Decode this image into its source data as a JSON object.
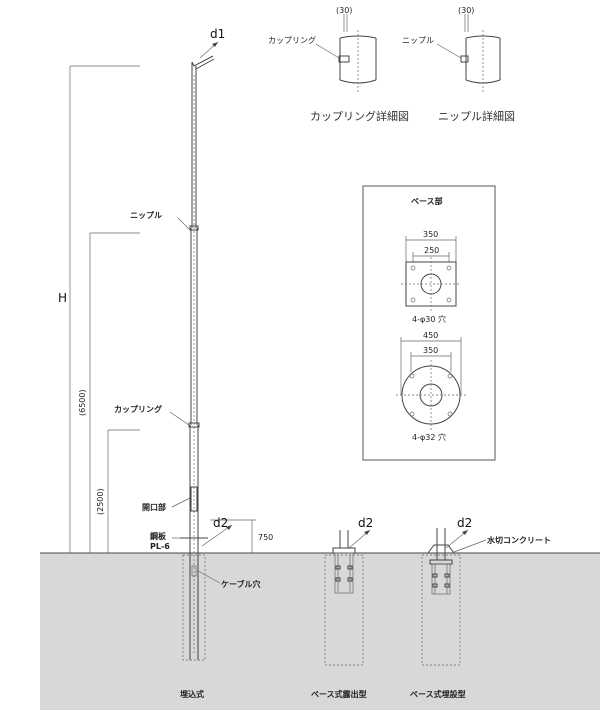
{
  "labels": {
    "d1": "d1",
    "d2": "d2",
    "H": "H",
    "dim_6500": "(6500)",
    "dim_2500": "(2500)",
    "dim_750": "750",
    "nipple": "ニップル",
    "coupling": "カップリング",
    "opening": "開口部",
    "steel_plate": "鋼板",
    "plate_spec": "PL-6",
    "cable_hole": "ケーブル穴",
    "water_cut": "水切コンクリート",
    "type_buried": "埋込式",
    "type_base_exposed": "ベース式露出型",
    "type_base_buried": "ベース式埋設型"
  },
  "details": {
    "coupling_title": "カップリング詳細図",
    "coupling_label": "カップリング",
    "coupling_dim": "(30)",
    "nipple_title": "ニップル詳細図",
    "nipple_label": "ニップル",
    "nipple_dim": "(30)"
  },
  "base": {
    "title": "ベース部",
    "small_outer": "350",
    "small_inner": "250",
    "small_holes": "4-φ30 穴",
    "large_outer": "450",
    "large_inner": "350",
    "large_holes": "4-φ32 穴"
  },
  "colors": {
    "ground": "#d8d8d8",
    "line": "#444444",
    "panel_border": "#555555"
  }
}
